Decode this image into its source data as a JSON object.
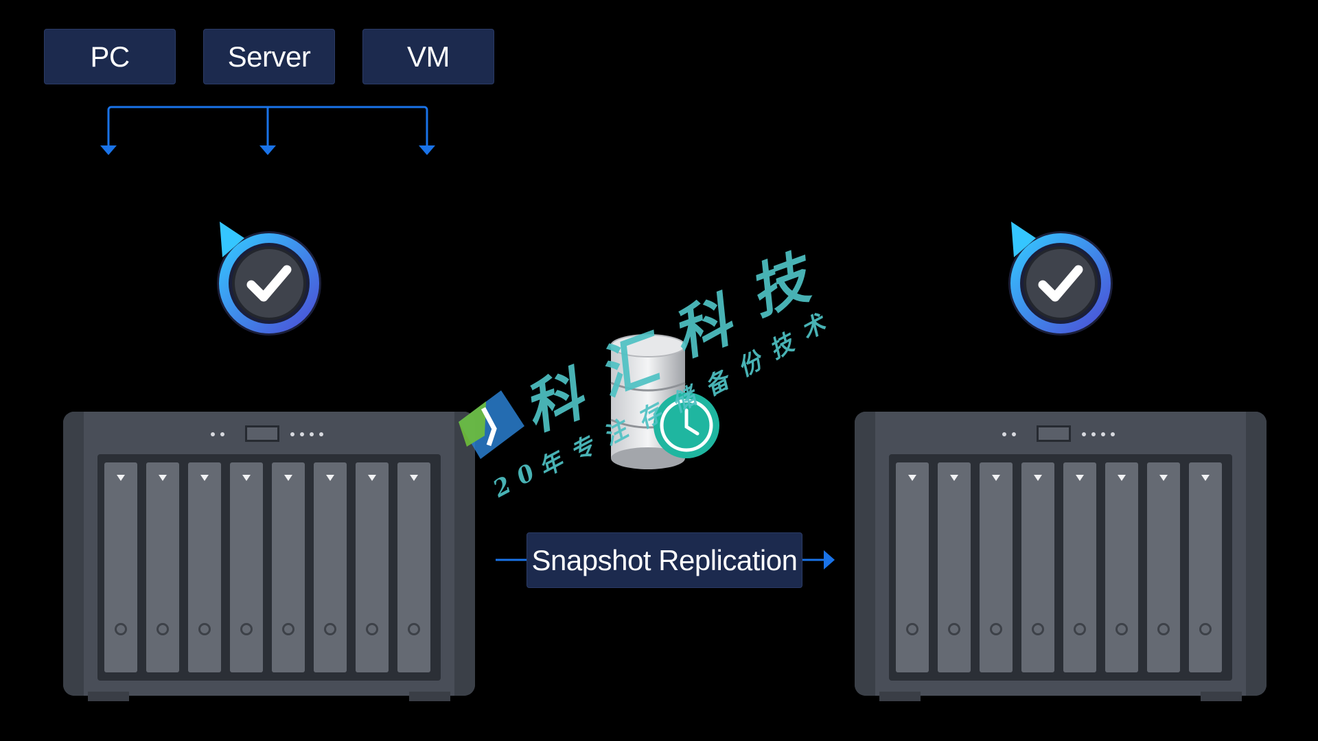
{
  "sources": [
    {
      "label": "PC"
    },
    {
      "label": "Server"
    },
    {
      "label": "VM"
    }
  ],
  "replication": {
    "label": "Snapshot Replication"
  },
  "watermark": {
    "big_chars": [
      "科",
      "汇",
      "科",
      "技"
    ],
    "small_chars": [
      "2",
      "0",
      "年",
      "专",
      "注",
      "存",
      "储",
      "备",
      "份",
      "技",
      "术"
    ]
  },
  "colors": {
    "background": "#000000",
    "box_fill": "#1c2a4e",
    "arrow_blue": "#1a73e8",
    "nas_gray": "#494e58",
    "watermark_teal": "#4fc2c4"
  },
  "icons": {
    "backup_badge": "backup-check-icon",
    "database": "database-clock-icon",
    "logo": "kehui-logo-icon"
  }
}
